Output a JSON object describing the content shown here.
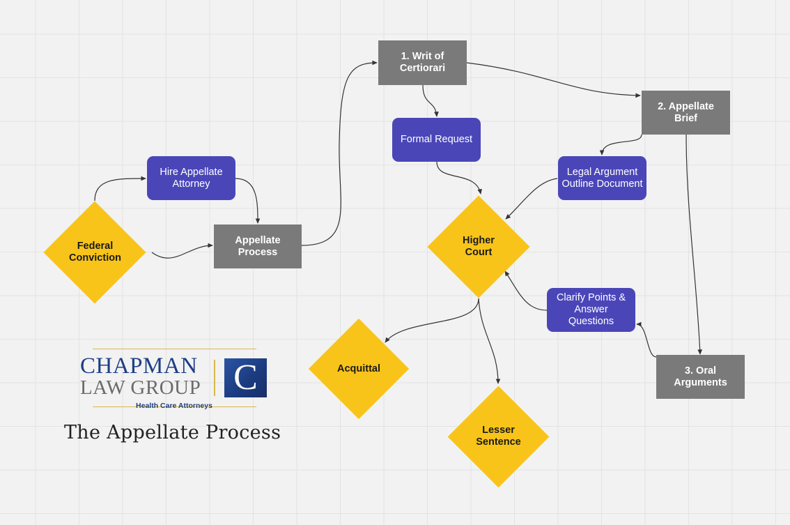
{
  "nodes": {
    "federal_conviction": [
      "Federal",
      "Conviction"
    ],
    "hire_attorney": [
      "Hire Appellate",
      "Attorney"
    ],
    "appellate_process": [
      "Appellate",
      "Process"
    ],
    "writ": [
      "1. Writ of",
      "Certiorari"
    ],
    "formal_request": [
      "Formal Request"
    ],
    "appellate_brief": [
      "2. Appellate",
      "Brief"
    ],
    "legal_argument": [
      "Legal Argument",
      "Outline Document"
    ],
    "higher_court": [
      "Higher",
      "Court"
    ],
    "clarify_points": [
      "Clarify Points &",
      "Answer",
      "Questions"
    ],
    "oral_arguments": [
      "3. Oral",
      "Arguments"
    ],
    "acquittal": [
      "Acquittal"
    ],
    "lesser_sentence": [
      "Lesser",
      "Sentence"
    ]
  },
  "colors": {
    "process_gray": "#7a7a7a",
    "task_blue": "#4a46b8",
    "decision_yellow": "#f8c41a",
    "connector": "#333333",
    "logo_blue": "#1e3f86",
    "logo_gold": "#d9b84a"
  },
  "logo": {
    "line1": "CHAPMAN",
    "line2": "LAW GROUP",
    "tagline": "Health Care Attorneys",
    "mark": "C"
  },
  "title": "The Appellate Process"
}
